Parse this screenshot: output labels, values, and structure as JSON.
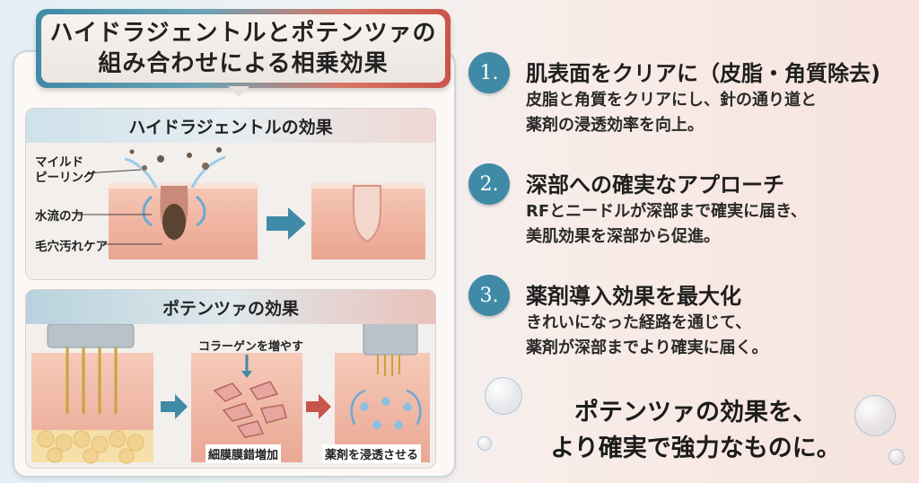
{
  "title": {
    "line1": "ハイドラジェントルとポテンツァの",
    "line2": "組み合わせによる相乗効果"
  },
  "hydra": {
    "heading": "ハイドラジェントルの効果",
    "labels": {
      "peeling_1": "マイルド",
      "peeling_2": "ピーリング",
      "water": "水流の力",
      "pore": "毛穴汚れケア"
    }
  },
  "potenza": {
    "heading": "ポテンツァの効果",
    "labels": {
      "collagen": "コラーゲンを増やす",
      "cell": "細膜膜錯増加",
      "drug": "薬剤を浸透させる"
    }
  },
  "points": [
    {
      "num": "1.",
      "heading": "肌表面をクリアに（皮脂・角質除去)",
      "desc1": "皮脂と角質をクリアにし、針の通り道と",
      "desc2": "薬剤の浸透効率を向上。"
    },
    {
      "num": "2.",
      "heading": "深部への確実なアプローチ",
      "desc1": "RFとニードルが深部まで確実に届き、",
      "desc2": "美肌効果を深部から促進。"
    },
    {
      "num": "3.",
      "heading": "薬剤導入効果を最大化",
      "desc1": "きれいになった経路を通じて、",
      "desc2": "薬剤が深部までより確実に届く。"
    }
  ],
  "conclusion": {
    "line1": "ポテンツァの効果を、",
    "line2": "より確実で強力なものに。"
  },
  "colors": {
    "teal": "#3f8aa6",
    "coral": "#c9544a",
    "skin": "#f0b8a4"
  }
}
